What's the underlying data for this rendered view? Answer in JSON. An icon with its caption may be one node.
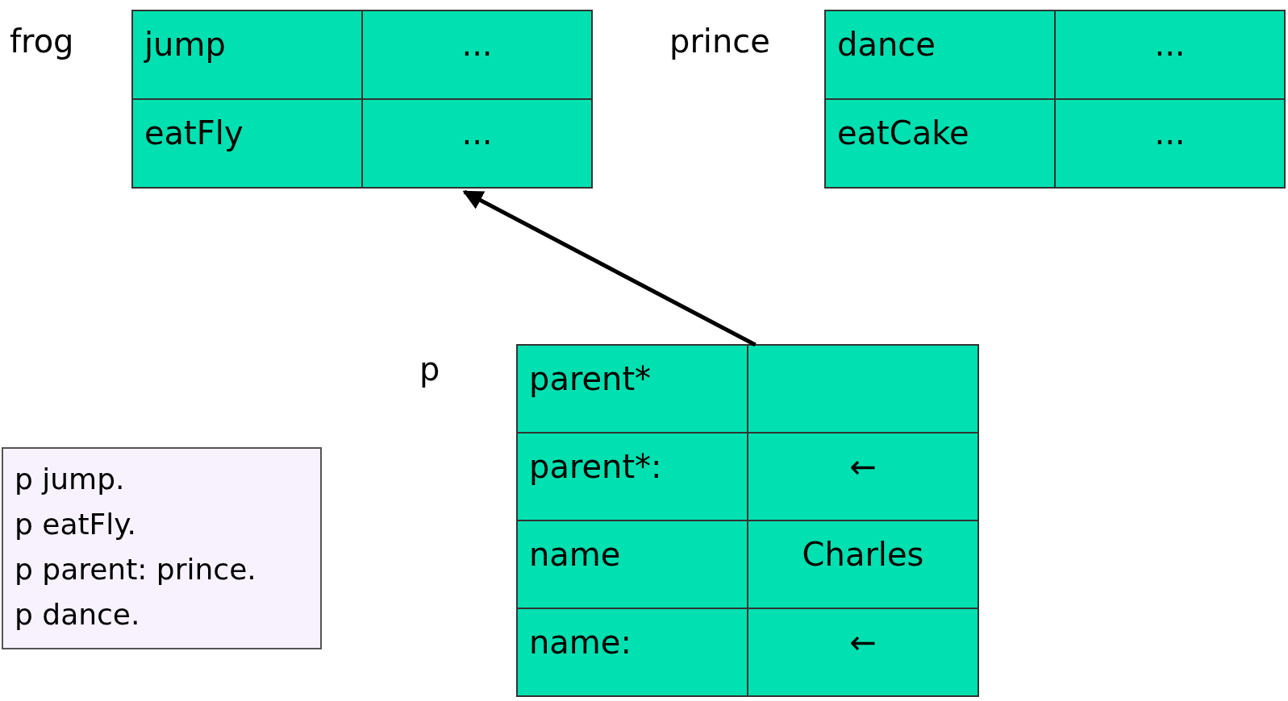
{
  "diagram": {
    "nodes": [
      {
        "text": [
          "frog"
        ]
      },
      {
        "text": [
          "jump"
        ],
        "in": 0
      },
      {
        "text": [
          "..."
        ],
        "in": 0
      },
      {
        "text": [
          "eatFly"
        ],
        "in": 0
      },
      {
        "text": [
          "..."
        ],
        "in": 0
      },
      {
        "text": [
          "prince"
        ]
      },
      {
        "text": [
          "dance"
        ],
        "in": 5
      },
      {
        "text": [
          "..."
        ],
        "in": 5
      },
      {
        "text": [
          "eatCake"
        ],
        "in": 5
      },
      {
        "text": [
          "..."
        ],
        "in": 5
      },
      {
        "text": [
          "p"
        ]
      },
      {
        "text": [
          "parent*"
        ],
        "in": 10
      },
      {
        "text": [],
        "shape": "box",
        "in": 10
      },
      {
        "text": [
          "parent*:"
        ],
        "in": 10
      },
      {
        "text": [
          "←"
        ],
        "in": 10
      },
      {
        "text": [
          "name"
        ],
        "in": 10
      },
      {
        "text": [
          "Charles"
        ],
        "in": 10
      },
      {
        "text": [
          "name:"
        ],
        "in": 10
      },
      {
        "text": [
          "←"
        ],
        "in": 10
      },
      {
        "text": [
          "p jump.",
          "p eatFly.",
          "p parent: prince.",
          "p dance."
        ]
      }
    ],
    "edges": [
      {
        "from": 12,
        "to": 0,
        "arrow": "to"
      }
    ]
  }
}
